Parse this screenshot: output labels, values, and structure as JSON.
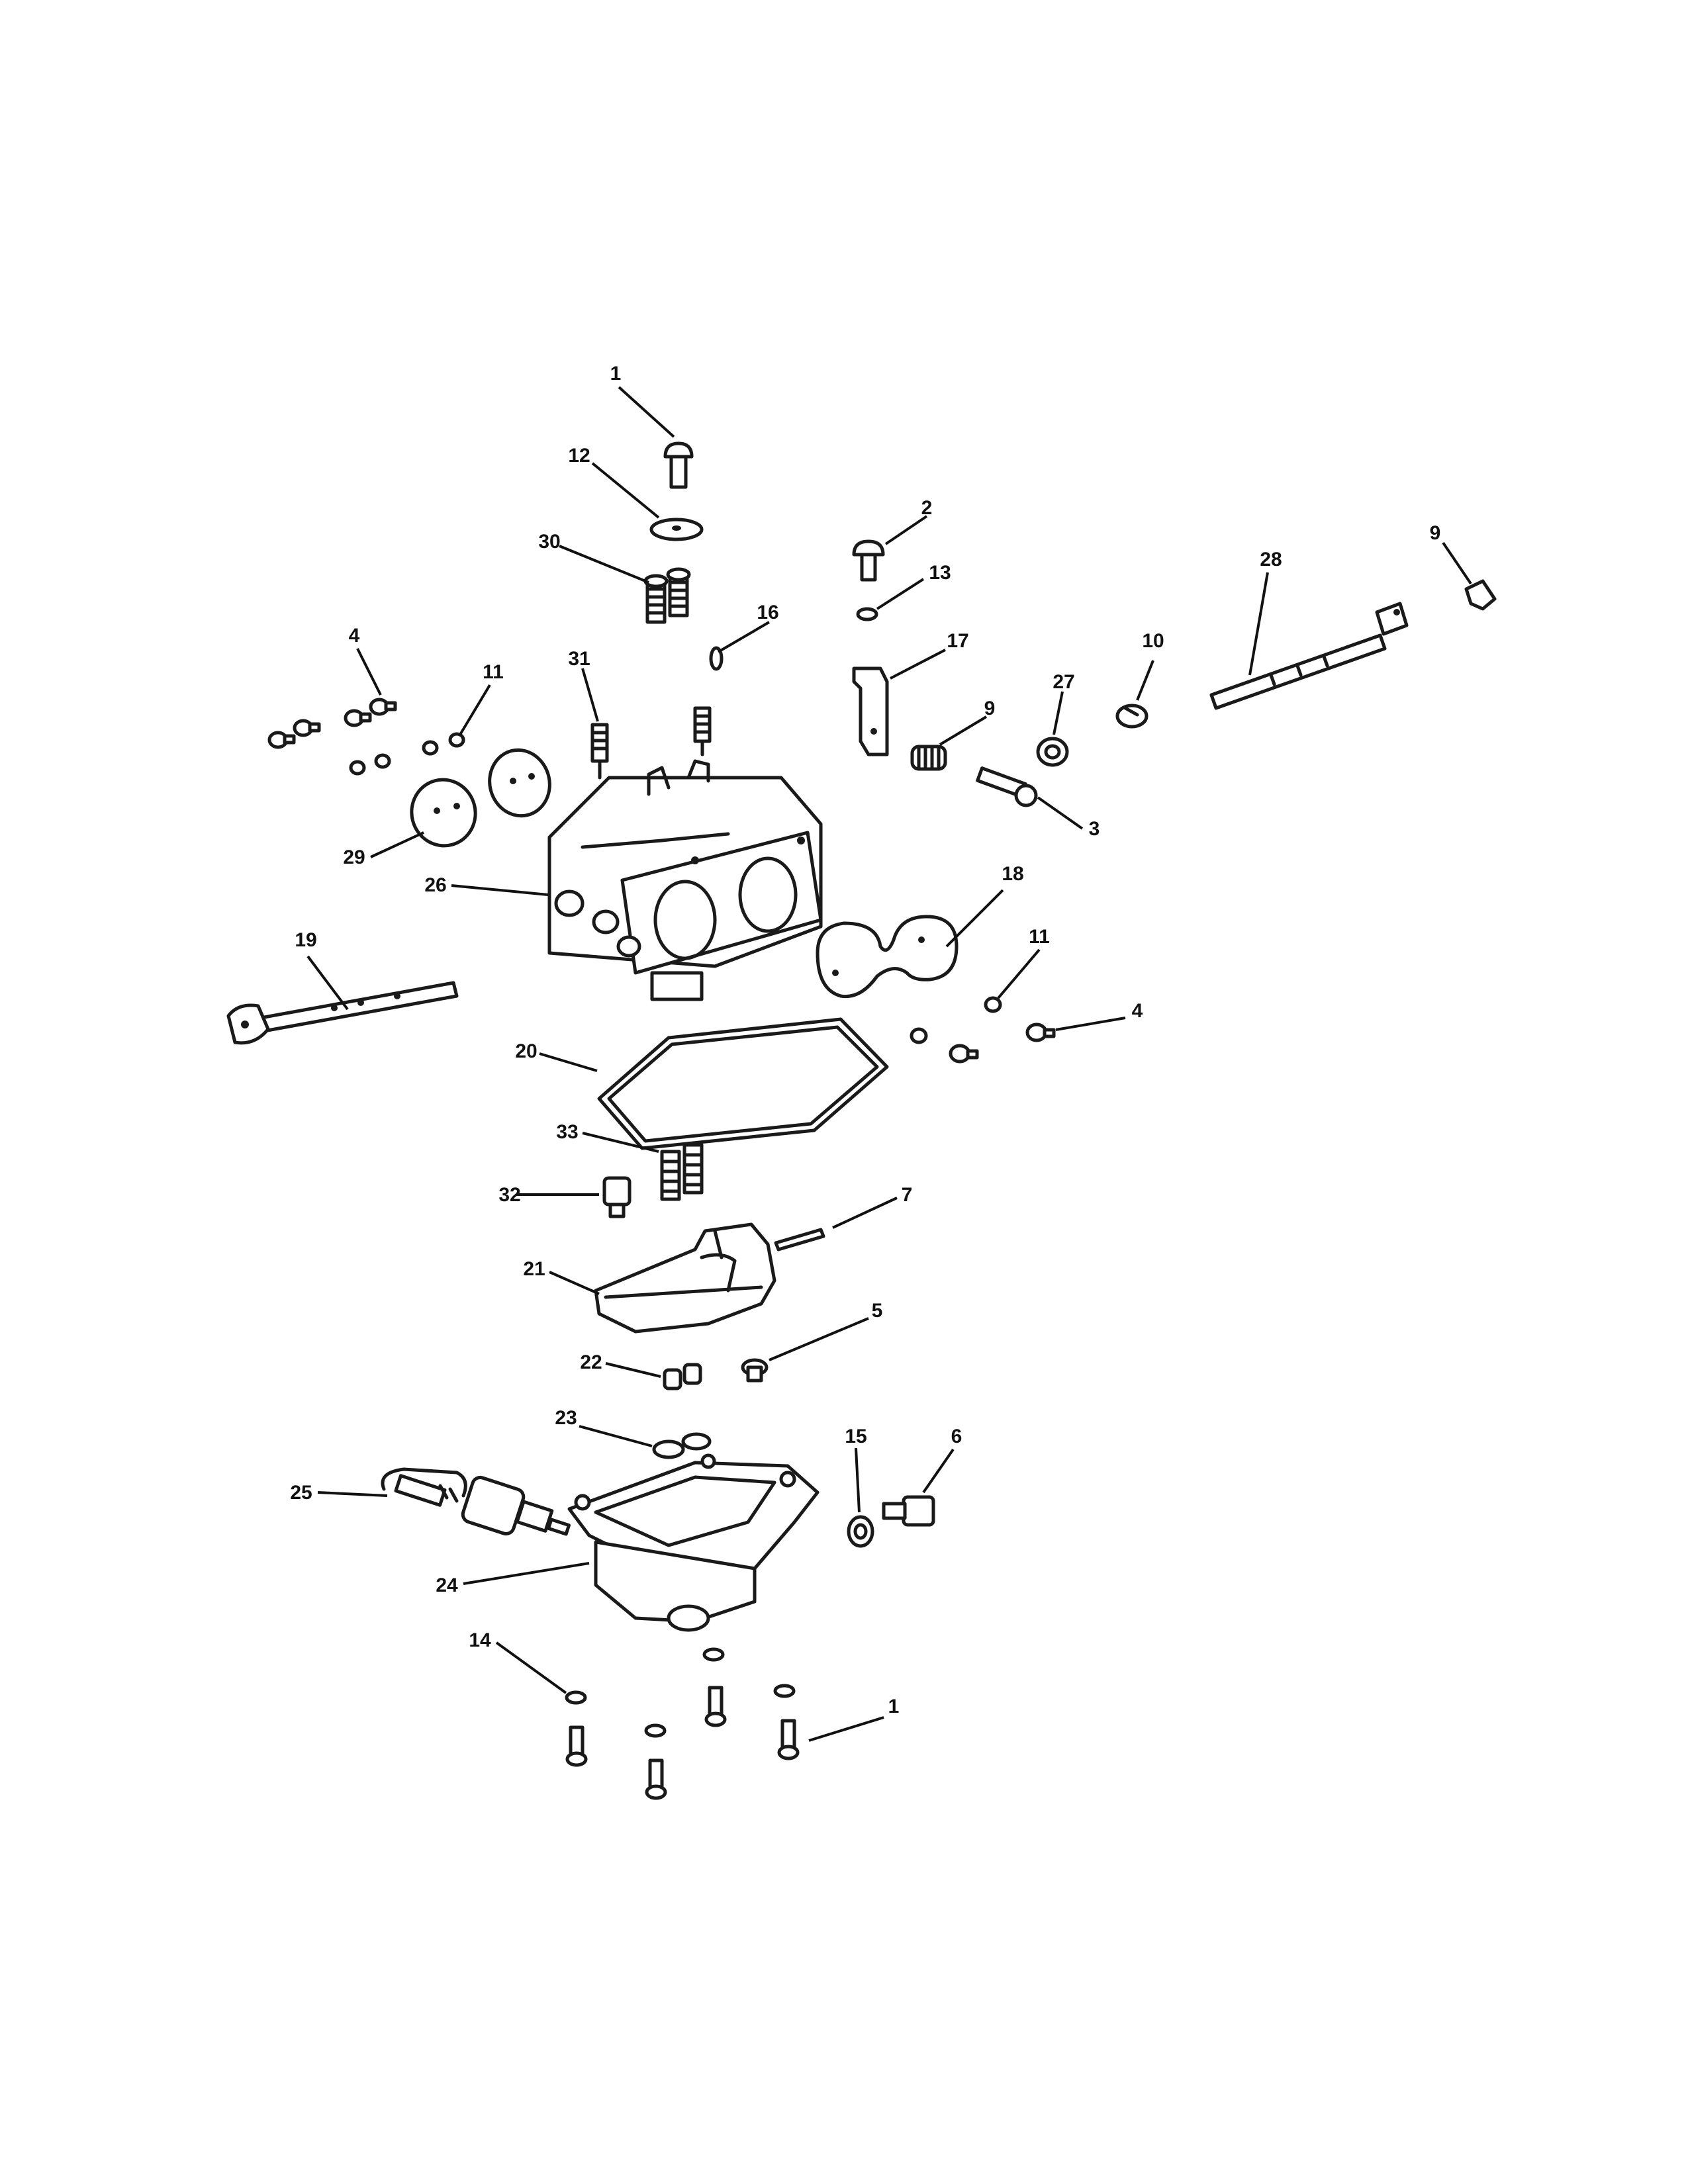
{
  "callouts": [
    {
      "id": "c1a",
      "label": "1"
    },
    {
      "id": "c12",
      "label": "12"
    },
    {
      "id": "c30",
      "label": "30"
    },
    {
      "id": "c2",
      "label": "2"
    },
    {
      "id": "c13",
      "label": "13"
    },
    {
      "id": "c16",
      "label": "16"
    },
    {
      "id": "c17",
      "label": "17"
    },
    {
      "id": "c9a",
      "label": "9"
    },
    {
      "id": "c28",
      "label": "28"
    },
    {
      "id": "c9b",
      "label": "9"
    },
    {
      "id": "c10",
      "label": "10"
    },
    {
      "id": "c27",
      "label": "27"
    },
    {
      "id": "c3",
      "label": "3"
    },
    {
      "id": "c4a",
      "label": "4"
    },
    {
      "id": "c11a",
      "label": "11"
    },
    {
      "id": "c31",
      "label": "31"
    },
    {
      "id": "c29",
      "label": "29"
    },
    {
      "id": "c26",
      "label": "26"
    },
    {
      "id": "c18",
      "label": "18"
    },
    {
      "id": "c11b",
      "label": "11"
    },
    {
      "id": "c4b",
      "label": "4"
    },
    {
      "id": "c19",
      "label": "19"
    },
    {
      "id": "c20",
      "label": "20"
    },
    {
      "id": "c33",
      "label": "33"
    },
    {
      "id": "c32",
      "label": "32"
    },
    {
      "id": "c7",
      "label": "7"
    },
    {
      "id": "c21",
      "label": "21"
    },
    {
      "id": "c5",
      "label": "5"
    },
    {
      "id": "c22",
      "label": "22"
    },
    {
      "id": "c23",
      "label": "23"
    },
    {
      "id": "c15",
      "label": "15"
    },
    {
      "id": "c6",
      "label": "6"
    },
    {
      "id": "c25",
      "label": "25"
    },
    {
      "id": "c24",
      "label": "24"
    },
    {
      "id": "c14",
      "label": "14"
    },
    {
      "id": "c1b",
      "label": "1"
    }
  ]
}
